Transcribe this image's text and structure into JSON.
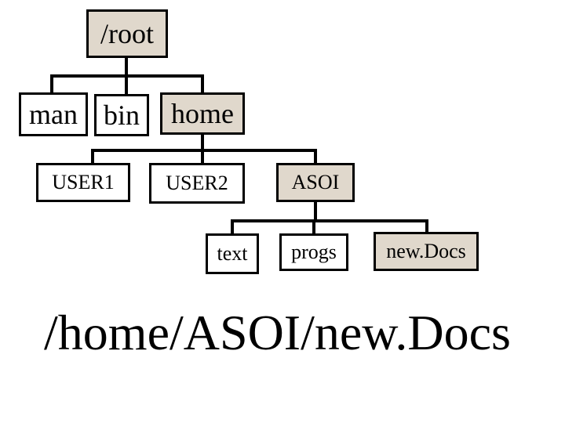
{
  "tree": {
    "root": {
      "label": "/root",
      "highlighted": true
    },
    "level1": [
      {
        "label": "man",
        "highlighted": false
      },
      {
        "label": "bin",
        "highlighted": false
      },
      {
        "label": "home",
        "highlighted": true
      }
    ],
    "level2": [
      {
        "label": "USER1",
        "highlighted": false
      },
      {
        "label": "USER2",
        "highlighted": false
      },
      {
        "label": "ASOI",
        "highlighted": true
      }
    ],
    "level3": [
      {
        "label": "text",
        "highlighted": false
      },
      {
        "label": "progs",
        "highlighted": false
      },
      {
        "label": "new.Docs",
        "highlighted": true
      }
    ]
  },
  "path": "/home/ASOI/new.Docs",
  "colors": {
    "highlight": "#e0d8cc",
    "node_fill": "#ffffff",
    "line": "#000000"
  }
}
